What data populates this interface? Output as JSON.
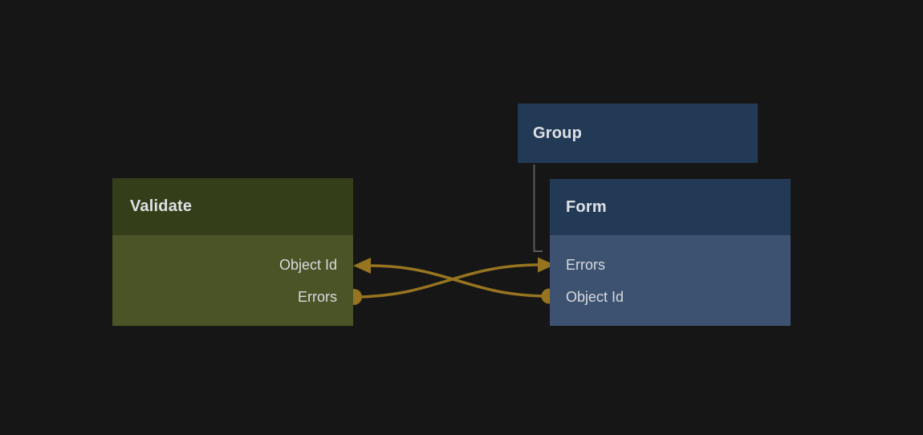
{
  "canvas": {
    "background_color": "#161616"
  },
  "nodes": [
    {
      "id": "validate",
      "title": "Validate",
      "header_color": "#343e19",
      "body_color": "#4b5427",
      "ports": [
        {
          "label": "Object Id",
          "type": "input",
          "side": "right",
          "connector": "arrow"
        },
        {
          "label": "Errors",
          "type": "output",
          "side": "right",
          "connector": "dot"
        }
      ]
    },
    {
      "id": "group",
      "title": "Group",
      "header_color": "#233a57",
      "ports": []
    },
    {
      "id": "form",
      "title": "Form",
      "header_color": "#233a57",
      "body_color": "#3d5271",
      "ports": [
        {
          "label": "Errors",
          "type": "input",
          "side": "left",
          "connector": "arrow"
        },
        {
          "label": "Object Id",
          "type": "output",
          "side": "left",
          "connector": "dot"
        }
      ]
    }
  ],
  "connections": {
    "wire_color": "#967420",
    "group_line_color": "#5a5a5a",
    "edges": [
      {
        "from": "validate.Errors",
        "to": "form.Errors",
        "style": "curved-arrow"
      },
      {
        "from": "form.Object Id",
        "to": "validate.Object Id",
        "style": "curved-arrow"
      },
      {
        "from": "group",
        "to": "form",
        "style": "elbow-line"
      }
    ]
  }
}
